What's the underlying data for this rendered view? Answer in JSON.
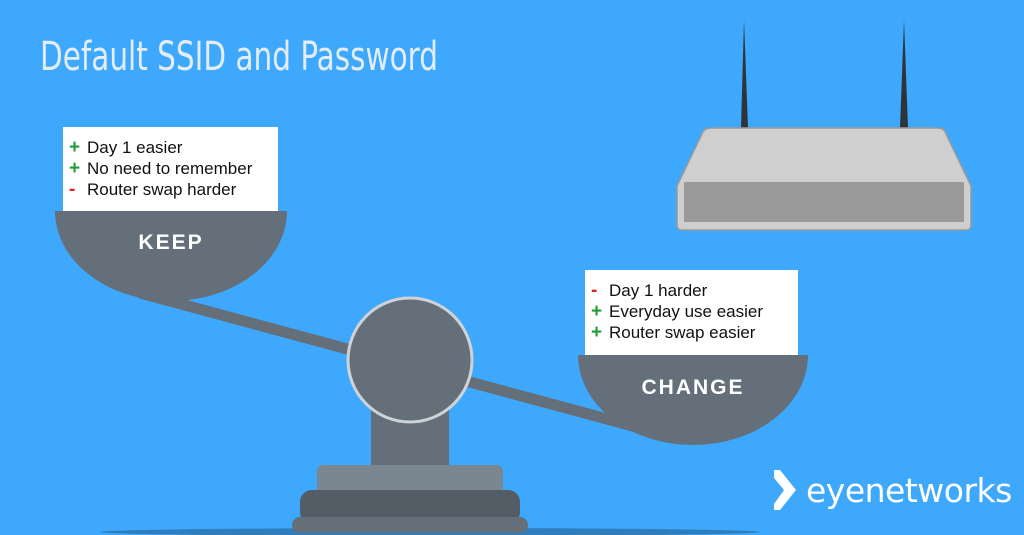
{
  "title": "Default SSID and Password",
  "keep": {
    "label": "KEEP",
    "items": [
      {
        "sign": "+",
        "type": "plus",
        "text": "Day 1 easier"
      },
      {
        "sign": "+",
        "type": "plus",
        "text": "No need to remember"
      },
      {
        "sign": "-",
        "type": "minus",
        "text": "Router swap harder"
      }
    ]
  },
  "change": {
    "label": "CHANGE",
    "items": [
      {
        "sign": "-",
        "type": "minus",
        "text": "Day 1 harder"
      },
      {
        "sign": "+",
        "type": "plus",
        "text": "Everyday use easier"
      },
      {
        "sign": "+",
        "type": "plus",
        "text": "Router swap easier"
      }
    ]
  },
  "logo": {
    "text_part1": "eye",
    "text_part2": "networks",
    "icon": "chevron-right-icon"
  },
  "colors": {
    "background": "#3ea8fd",
    "scale_gray": "#646f79",
    "base_light": "#7a8791",
    "base_dark": "#545d66",
    "plus": "#1f9a3a",
    "minus": "#d92424"
  }
}
